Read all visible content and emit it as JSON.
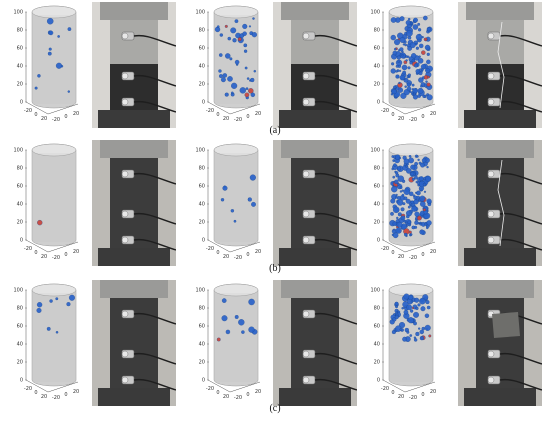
{
  "figure": {
    "rows": [
      {
        "caption": "(a)",
        "plots": [
          {
            "z_ticks": [
              "0",
              "20",
              "40",
              "60",
              "80",
              "100"
            ],
            "bottom_ticks": [
              "-20",
              "0",
              "20",
              "-20",
              "0",
              "20"
            ],
            "event_count": 12
          },
          {
            "z_ticks": [
              "0",
              "20",
              "40",
              "60",
              "80",
              "100"
            ],
            "bottom_ticks": [
              "-20",
              "0",
              "20",
              "-20",
              "0",
              "20"
            ],
            "event_count": 45
          },
          {
            "z_ticks": [
              "0",
              "20",
              "40",
              "60",
              "80",
              "100"
            ],
            "bottom_ticks": [
              "-20",
              "0",
              "20",
              "-20",
              "0",
              "20"
            ],
            "event_count": 160
          }
        ],
        "photos": [
          {
            "specimen": "gray"
          },
          {
            "specimen": "gray"
          },
          {
            "specimen": "gray-cracked"
          }
        ]
      },
      {
        "caption": "(b)",
        "plots": [
          {
            "z_ticks": [
              "0",
              "20",
              "40",
              "60",
              "80",
              "100"
            ],
            "bottom_ticks": [
              "-20",
              "0",
              "20",
              "-20",
              "0",
              "20"
            ],
            "event_count": 1
          },
          {
            "z_ticks": [
              "0",
              "20",
              "40",
              "60",
              "80",
              "100"
            ],
            "bottom_ticks": [
              "-20",
              "0",
              "20",
              "-20",
              "0",
              "20"
            ],
            "event_count": 8
          },
          {
            "z_ticks": [
              "0",
              "20",
              "40",
              "60",
              "80",
              "100"
            ],
            "bottom_ticks": [
              "-20",
              "0",
              "20",
              "-20",
              "0",
              "20"
            ],
            "event_count": 180
          }
        ],
        "photos": [
          {
            "specimen": "dark"
          },
          {
            "specimen": "dark"
          },
          {
            "specimen": "dark-cracked"
          }
        ]
      },
      {
        "caption": "(c)",
        "plots": [
          {
            "z_ticks": [
              "0",
              "20",
              "40",
              "60",
              "80",
              "100"
            ],
            "bottom_ticks": [
              "-20",
              "0",
              "20",
              "-20",
              "0",
              "20"
            ],
            "event_count": 8
          },
          {
            "z_ticks": [
              "0",
              "20",
              "40",
              "60",
              "80",
              "100"
            ],
            "bottom_ticks": [
              "-20",
              "0",
              "20",
              "-20",
              "0",
              "20"
            ],
            "event_count": 10
          },
          {
            "z_ticks": [
              "0",
              "20",
              "40",
              "60",
              "80",
              "100"
            ],
            "bottom_ticks": [
              "-20",
              "0",
              "20",
              "-20",
              "0",
              "20"
            ],
            "event_count": 70
          }
        ],
        "photos": [
          {
            "specimen": "dark"
          },
          {
            "specimen": "dark"
          },
          {
            "specimen": "dark-broken"
          }
        ]
      }
    ],
    "colors": {
      "cylinder": "#cfcfcf",
      "event_blue": "#2a63c9",
      "event_red": "#c8453c"
    }
  }
}
